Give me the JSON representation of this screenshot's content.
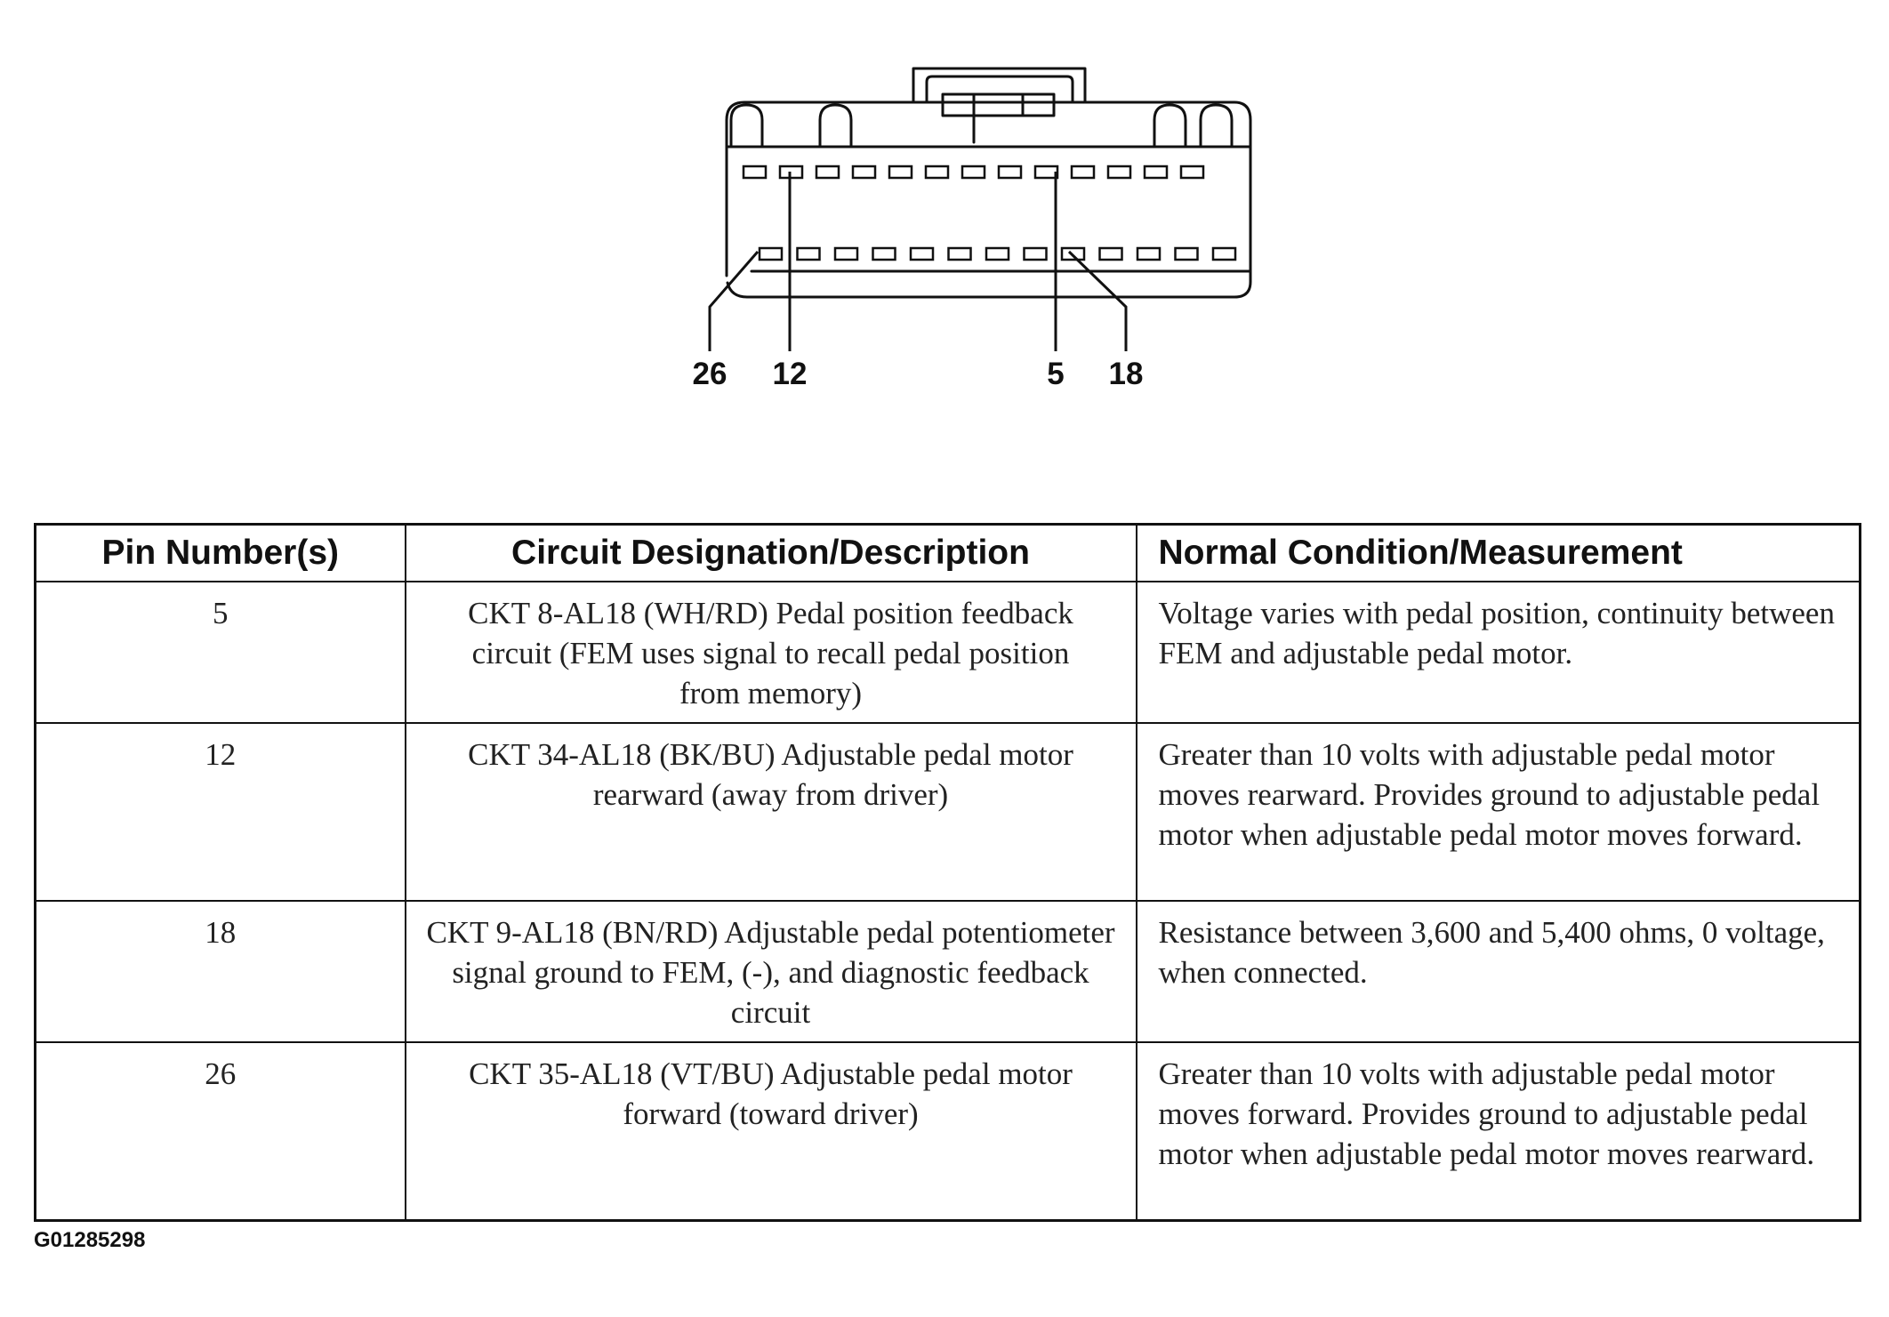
{
  "connector": {
    "top_row_cavities": 13,
    "bottom_row_cavities": 13,
    "callouts": [
      "26",
      "12",
      "5",
      "18"
    ]
  },
  "table": {
    "headers": [
      "Pin Number(s)",
      "Circuit Designation/Description",
      "Normal Condition/Measurement"
    ],
    "rows": [
      {
        "pin": "5",
        "description": "CKT 8-AL18 (WH/RD) Pedal position feedback circuit (FEM uses signal to recall pedal position from memory)",
        "measurement": "Voltage varies with pedal position, continuity between FEM and adjustable pedal motor."
      },
      {
        "pin": "12",
        "description": "CKT 34-AL18 (BK/BU) Adjustable pedal motor rearward (away from driver)",
        "measurement": "Greater than 10 volts with adjustable pedal motor moves rearward. Provides ground to adjustable pedal motor when adjustable pedal motor moves forward."
      },
      {
        "pin": "18",
        "description": "CKT 9-AL18 (BN/RD) Adjustable pedal potentiometer signal ground to FEM, (-), and diagnostic feedback circuit",
        "measurement": "Resistance between 3,600 and 5,400 ohms, 0 voltage, when connected."
      },
      {
        "pin": "26",
        "description": "CKT 35-AL18 (VT/BU) Adjustable pedal motor forward (toward driver)",
        "measurement": "Greater than 10 volts with adjustable pedal motor moves forward. Provides ground to adjustable pedal motor when adjustable pedal motor moves rearward."
      }
    ]
  },
  "figure_id": "G01285298"
}
